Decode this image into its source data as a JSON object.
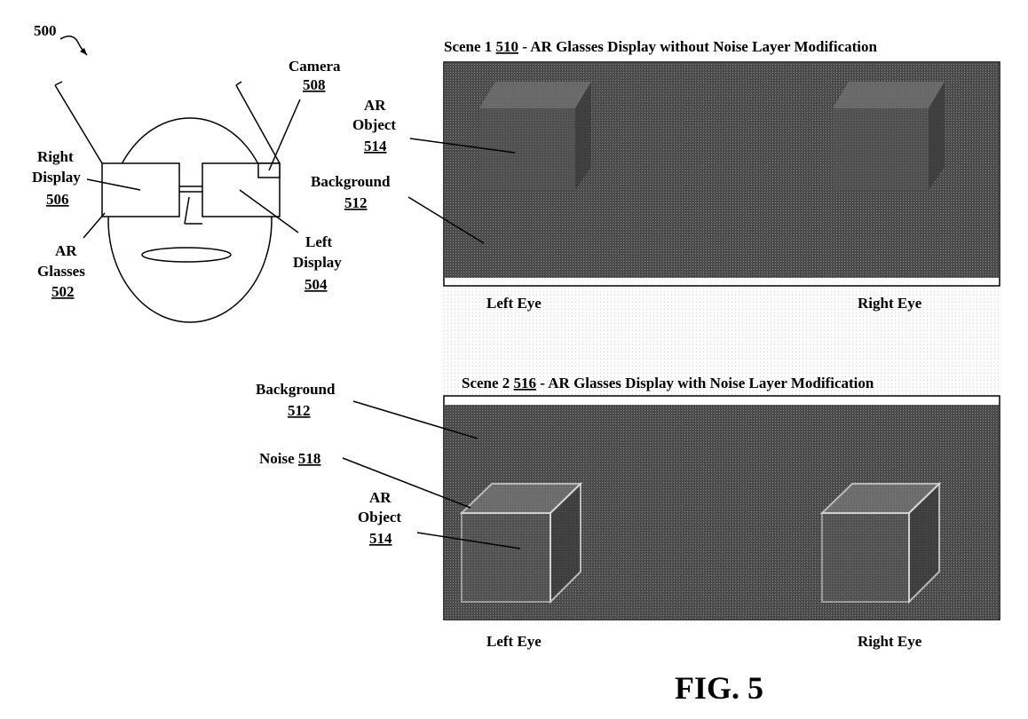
{
  "figure_ref": "500",
  "figure_caption": "FIG. 5",
  "glasses": {
    "camera_label": "Camera",
    "camera_ref": "508",
    "right_display_line1": "Right",
    "right_display_line2": "Display",
    "right_display_ref": "506",
    "left_display_line1": "Left",
    "left_display_line2": "Display",
    "left_display_ref": "504",
    "ar_glasses_line1": "AR",
    "ar_glasses_line2": "Glasses",
    "ar_glasses_ref": "502"
  },
  "scene1": {
    "title_prefix": "Scene 1 ",
    "title_ref": "510",
    "title_suffix": " - AR Glasses Display without Noise Layer Modification",
    "ar_object_line1": "AR",
    "ar_object_line2": "Object",
    "ar_object_ref": "514",
    "background_label": "Background",
    "background_ref": "512",
    "left_eye": "Left Eye",
    "right_eye": "Right Eye"
  },
  "scene2": {
    "title_prefix": "Scene 2 ",
    "title_ref": "516",
    "title_suffix": " - AR Glasses Display with Noise Layer Modification",
    "background_label": "Background",
    "background_ref": "512",
    "noise_label": "Noise ",
    "noise_ref": "518",
    "ar_object_line1": "AR",
    "ar_object_line2": "Object",
    "ar_object_ref": "514",
    "left_eye": "Left Eye",
    "right_eye": "Right Eye"
  },
  "colors": {
    "scene_fill": "#4a4a4a",
    "cube_face": "#6a6a6a",
    "cube_top": "#888888",
    "cube_side": "#3a3a3a",
    "noise_outline": "#e6e6e6"
  }
}
